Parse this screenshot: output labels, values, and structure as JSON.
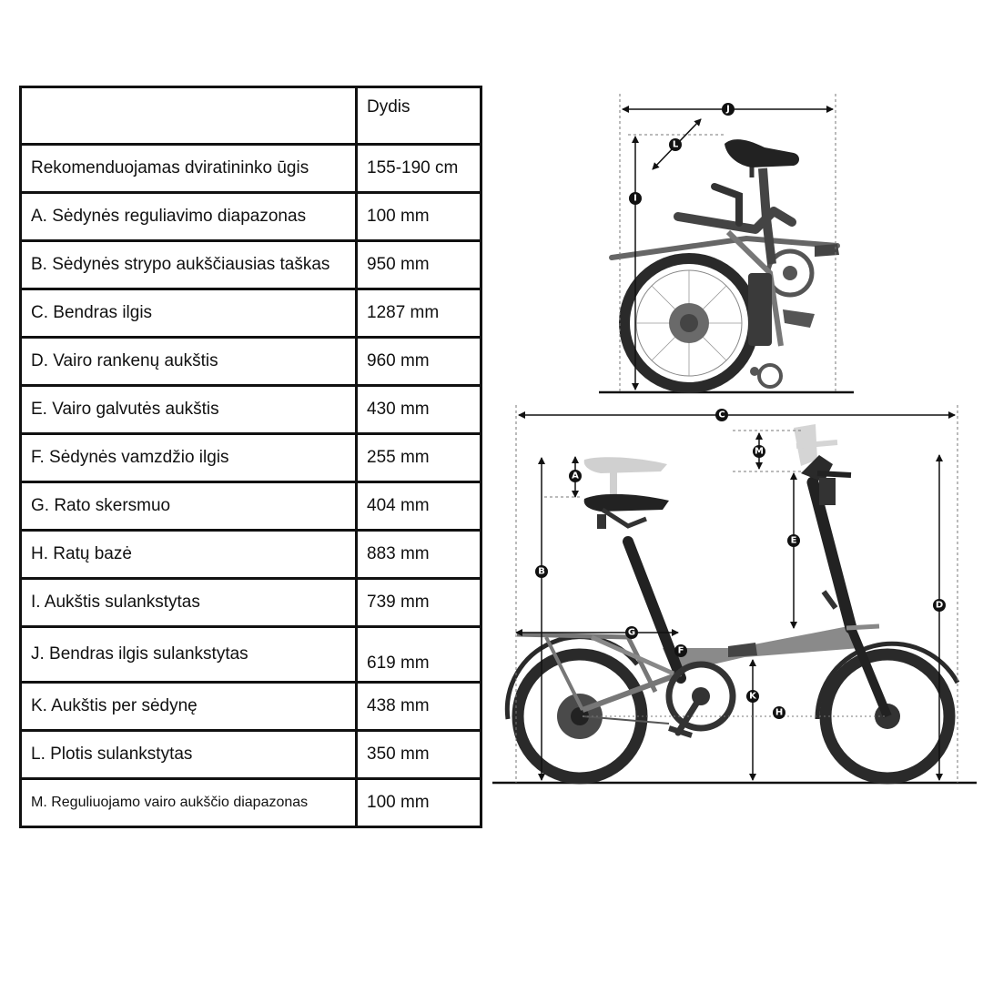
{
  "table": {
    "header": {
      "label": "",
      "value": "Dydis"
    },
    "rows": [
      {
        "label": "Rekomenduojamas dviratininko ūgis",
        "value": "155-190 cm"
      },
      {
        "label": "A. Sėdynės reguliavimo diapazonas",
        "value": "100 mm"
      },
      {
        "label": "B. Sėdynės strypo aukščiausias taškas",
        "value": "950 mm"
      },
      {
        "label": "C. Bendras ilgis",
        "value": "1287 mm"
      },
      {
        "label": "D. Vairo rankenų aukštis",
        "value": "960 mm"
      },
      {
        "label": "E. Vairo galvutės aukštis",
        "value": "430 mm"
      },
      {
        "label": "F. Sėdynės vamzdžio ilgis",
        "value": "255 mm"
      },
      {
        "label": "G. Rato skersmuo",
        "value": "404 mm"
      },
      {
        "label": "H. Ratų bazė",
        "value": "883 mm"
      },
      {
        "label": "I. Aukštis sulankstytas",
        "value": "739 mm"
      },
      {
        "label": "J. Bendras ilgis sulankstytas",
        "value": "619 mm"
      },
      {
        "label": "K. Aukštis per sėdynę",
        "value": "438 mm"
      },
      {
        "label": "L. Plotis sulankstytas",
        "value": "350 mm"
      },
      {
        "label": "M. Reguliuojamo vairo aukščio diapazonas",
        "value": "100 mm"
      }
    ]
  },
  "dimension_markers": [
    "A",
    "B",
    "C",
    "D",
    "E",
    "F",
    "G",
    "H",
    "I",
    "J",
    "K",
    "L",
    "M"
  ],
  "colors": {
    "frame": "#8a8a8a",
    "tire": "#2a2a2a",
    "ghost": "#d0d0d0",
    "line": "#111111"
  }
}
